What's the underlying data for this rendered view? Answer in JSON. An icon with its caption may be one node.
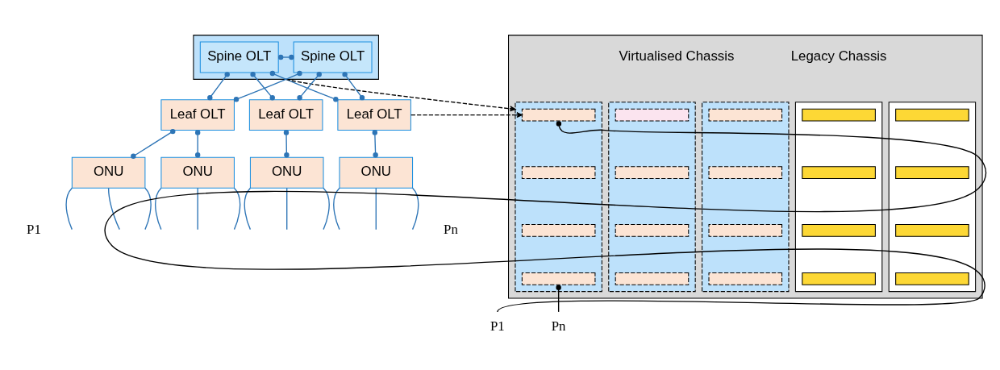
{
  "diagram": {
    "nodes": [
      {
        "text": [],
        "shape": "box"
      },
      {
        "text": [
          "Spine OLT"
        ],
        "in": 0
      },
      {
        "text": [
          "Spine OLT"
        ],
        "in": 0
      },
      {
        "text": [
          "Leaf OLT"
        ]
      },
      {
        "text": [
          "Leaf OLT"
        ]
      },
      {
        "text": [
          "Leaf OLT"
        ]
      },
      {
        "text": [
          "ONU"
        ]
      },
      {
        "text": [
          "ONU"
        ]
      },
      {
        "text": [
          "ONU"
        ]
      },
      {
        "text": [
          "ONU"
        ]
      },
      {
        "text": [],
        "shape": "box"
      },
      {
        "text": [],
        "shape": "box",
        "in": 10
      },
      {
        "text": [],
        "shape": "bar",
        "in": 11
      },
      {
        "text": [],
        "shape": "bar",
        "in": 11
      },
      {
        "text": [],
        "shape": "bar",
        "in": 11
      },
      {
        "text": [],
        "shape": "bar",
        "in": 11
      },
      {
        "text": [],
        "shape": "box",
        "in": 10
      },
      {
        "text": [],
        "shape": "bar",
        "in": 16
      },
      {
        "text": [],
        "shape": "bar",
        "in": 16
      },
      {
        "text": [],
        "shape": "bar",
        "in": 16
      },
      {
        "text": [],
        "shape": "bar",
        "in": 16
      },
      {
        "text": [],
        "shape": "box",
        "in": 10
      },
      {
        "text": [],
        "shape": "bar",
        "in": 21
      },
      {
        "text": [],
        "shape": "bar",
        "in": 21
      },
      {
        "text": [],
        "shape": "bar",
        "in": 21
      },
      {
        "text": [],
        "shape": "bar",
        "in": 21
      },
      {
        "text": [],
        "shape": "box",
        "in": 10
      },
      {
        "text": [],
        "shape": "bar",
        "in": 26
      },
      {
        "text": [],
        "shape": "bar",
        "in": 26
      },
      {
        "text": [],
        "shape": "bar",
        "in": 26
      },
      {
        "text": [],
        "shape": "bar",
        "in": 26
      },
      {
        "text": [],
        "shape": "box",
        "in": 10
      },
      {
        "text": [],
        "shape": "bar",
        "in": 31
      },
      {
        "text": [],
        "shape": "bar",
        "in": 31
      },
      {
        "text": [],
        "shape": "bar",
        "in": 31
      },
      {
        "text": [],
        "shape": "bar",
        "in": 31
      },
      {
        "text": [
          "P1"
        ]
      },
      {
        "text": [
          "Pn"
        ]
      }
    ],
    "edges": [
      {
        "from": 1,
        "to": 2,
        "arrow": "other"
      },
      {
        "from": 1,
        "to": 3,
        "arrow": "other"
      },
      {
        "from": 1,
        "to": 4,
        "arrow": "other"
      },
      {
        "from": 1,
        "to": 5,
        "arrow": "other"
      },
      {
        "from": 2,
        "to": 3,
        "arrow": "other"
      },
      {
        "from": 2,
        "to": 4,
        "arrow": "other"
      },
      {
        "from": 2,
        "to": 5,
        "arrow": "other"
      },
      {
        "from": 3,
        "to": 6,
        "arrow": "other"
      },
      {
        "from": 3,
        "to": 7,
        "arrow": "other"
      },
      {
        "from": 4,
        "to": 8,
        "arrow": "other"
      },
      {
        "from": 5,
        "to": 9,
        "arrow": "other"
      },
      {
        "from": 6,
        "to": null,
        "arrow": "none"
      },
      {
        "from": 6,
        "to": null,
        "arrow": "none"
      },
      {
        "from": 6,
        "to": null,
        "arrow": "none"
      },
      {
        "from": 7,
        "to": null,
        "arrow": "none"
      },
      {
        "from": 7,
        "to": null,
        "arrow": "none"
      },
      {
        "from": 7,
        "to": null,
        "arrow": "none"
      },
      {
        "from": 8,
        "to": null,
        "arrow": "none"
      },
      {
        "from": 8,
        "to": null,
        "arrow": "none"
      },
      {
        "from": 8,
        "to": null,
        "arrow": "none"
      },
      {
        "from": 9,
        "to": null,
        "arrow": "none"
      },
      {
        "from": 9,
        "to": null,
        "arrow": "none"
      },
      {
        "from": 9,
        "to": null,
        "arrow": "none"
      },
      {
        "from": 0,
        "to": 21,
        "arrow": "to",
        "style": "dashed",
        "color": "#000000"
      },
      {
        "from": 5,
        "to": 22,
        "arrow": "to",
        "style": "dashed",
        "color": "#000000"
      },
      {
        "from": 36,
        "to": 22,
        "arrow": "other",
        "color": "#000000"
      },
      {
        "from": 37,
        "to": 25,
        "arrow": "other",
        "color": "#000000"
      }
    ],
    "labels": [
      "Legacy Chassis",
      "Virtualised Chassis",
      "P1",
      "Pn"
    ]
  }
}
